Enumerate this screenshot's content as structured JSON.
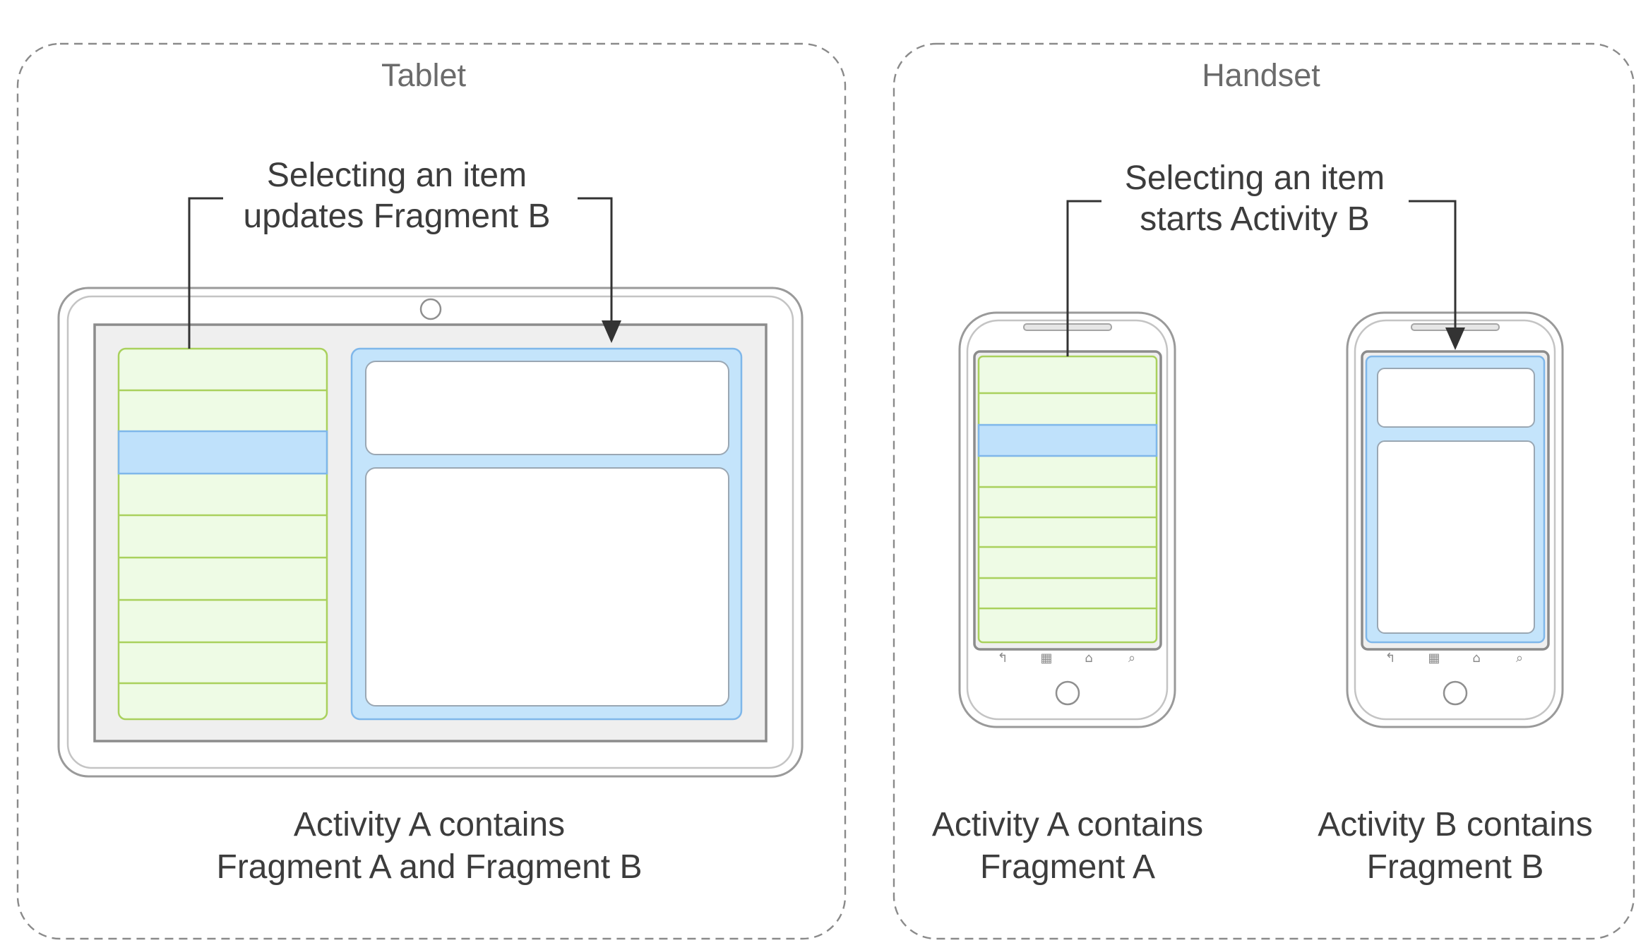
{
  "tablet": {
    "title": "Tablet",
    "callout": [
      "Selecting an item",
      "updates Fragment B"
    ],
    "caption": [
      "Activity A contains",
      "Fragment A and Fragment B"
    ]
  },
  "handset": {
    "title": "Handset",
    "callout": [
      "Selecting an item",
      "starts Activity B"
    ],
    "phone_a_caption": [
      "Activity A contains",
      "Fragment A"
    ],
    "phone_b_caption": [
      "Activity B contains",
      "Fragment B"
    ]
  },
  "icons": {
    "nav_back": "back-icon",
    "nav_menu": "menu-icon",
    "nav_home": "home-icon",
    "nav_search": "search-icon"
  },
  "colors": {
    "fragment_a_list": "#eefbe5",
    "fragment_a_lines": "#a9d15d",
    "fragment_b_panel": "#c4e4fb",
    "selection": "#bfe1fb",
    "selection_border": "#7fb7ea"
  }
}
